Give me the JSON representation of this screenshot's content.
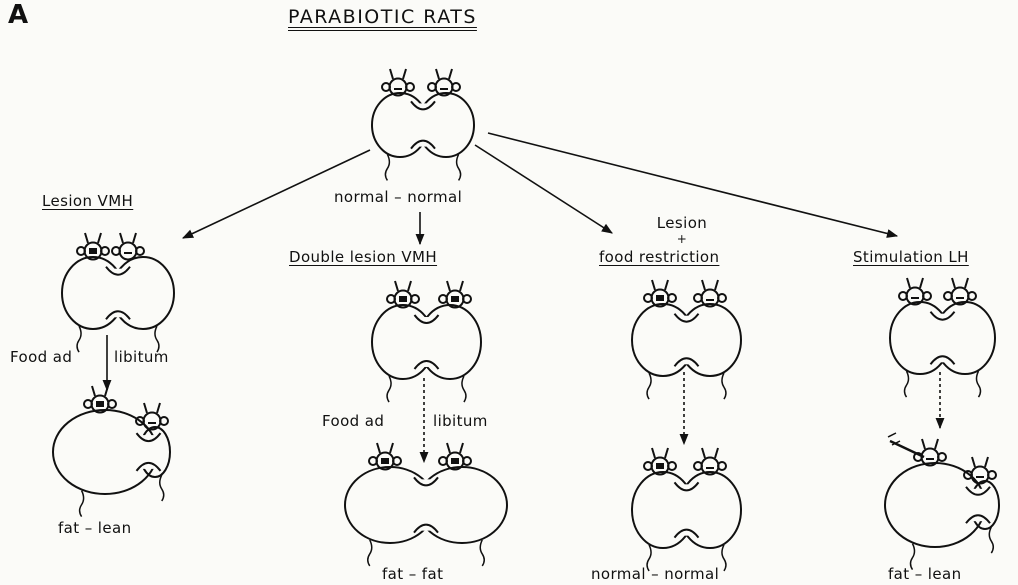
{
  "panel_letter": "A",
  "title": "PARABIOTIC RATS",
  "top_pair": {
    "caption": "normal – normal"
  },
  "branches": [
    {
      "heading": "Lesion VMH",
      "arrow_label_left": "Food ad",
      "arrow_label_right": "libitum",
      "outcome": "fat – lean"
    },
    {
      "heading": "Double lesion VMH",
      "arrow_label_left": "Food ad",
      "arrow_label_right": "libitum",
      "outcome": "fat – fat"
    },
    {
      "heading_top": "Lesion",
      "heading_plus": "+",
      "heading": "food restriction",
      "outcome": "normal – normal"
    },
    {
      "heading": "Stimulation LH",
      "outcome": "fat – lean"
    }
  ]
}
